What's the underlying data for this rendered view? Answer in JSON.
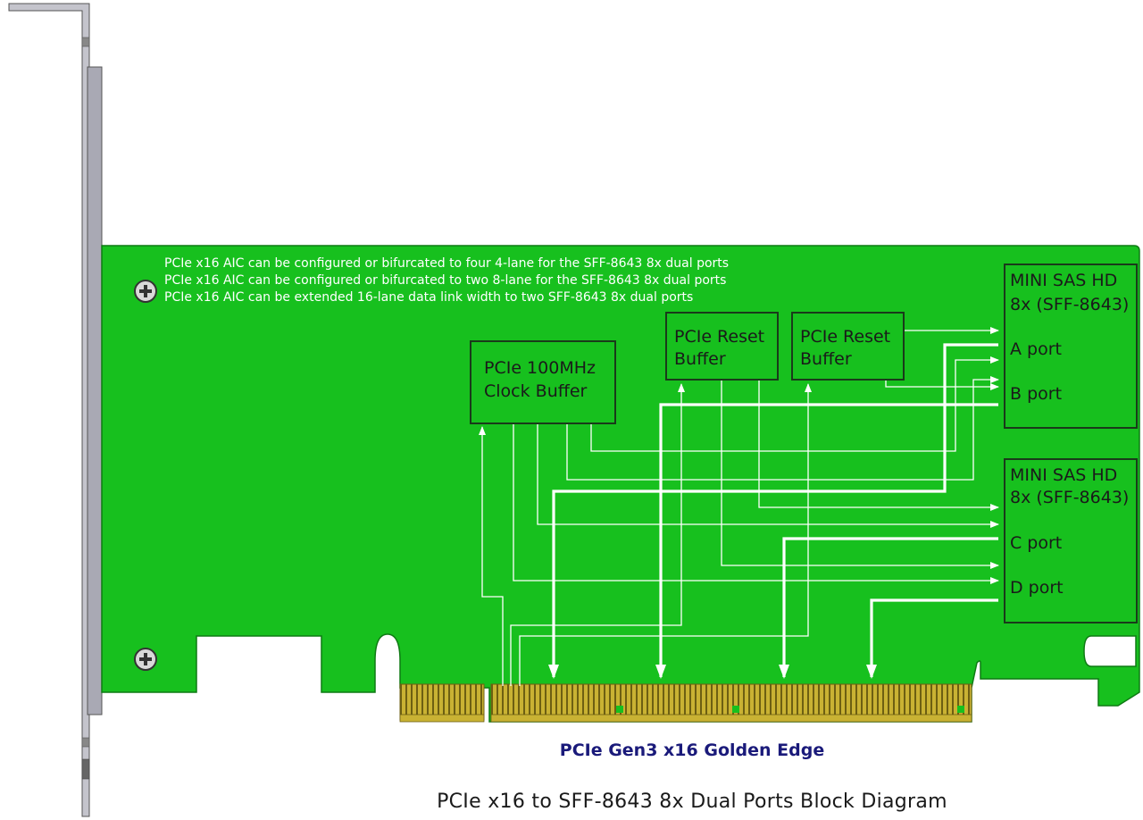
{
  "notes": [
    "PCIe x16 AIC can be configured or bifurcated to four 4-lane for the SFF-8643 8x dual ports",
    "PCIe x16 AIC can be configured or bifurcated to two 8-lane for the SFF-8643 8x dual ports",
    "PCIe x16 AIC can be extended 16-lane data link width to two SFF-8643 8x dual ports"
  ],
  "blocks": {
    "clock_buffer": [
      "PCIe 100MHz",
      "Clock Buffer"
    ],
    "reset_buffer_1": [
      "PCIe Reset",
      "Buffer"
    ],
    "reset_buffer_2": [
      "PCIe Reset",
      "Buffer"
    ]
  },
  "connectors": [
    {
      "title": [
        "MINI SAS HD",
        "8x (SFF-8643)"
      ],
      "ports": [
        "A port",
        "B port"
      ]
    },
    {
      "title": [
        "MINI SAS HD",
        "8x (SFF-8643)"
      ],
      "ports": [
        "C port",
        "D port"
      ]
    }
  ],
  "golden_edge_label": "PCIe Gen3 x16 Golden Edge",
  "caption": "PCIe x16 to SFF-8643 8x Dual Ports Block Diagram",
  "colors": {
    "pcb": "#17c01e",
    "pcb_outline": "#0f7a14",
    "gold": "#c9b233",
    "bracket": "#a9a9b4",
    "line": "#ffffff",
    "box_stroke": "#1a3a1a"
  }
}
